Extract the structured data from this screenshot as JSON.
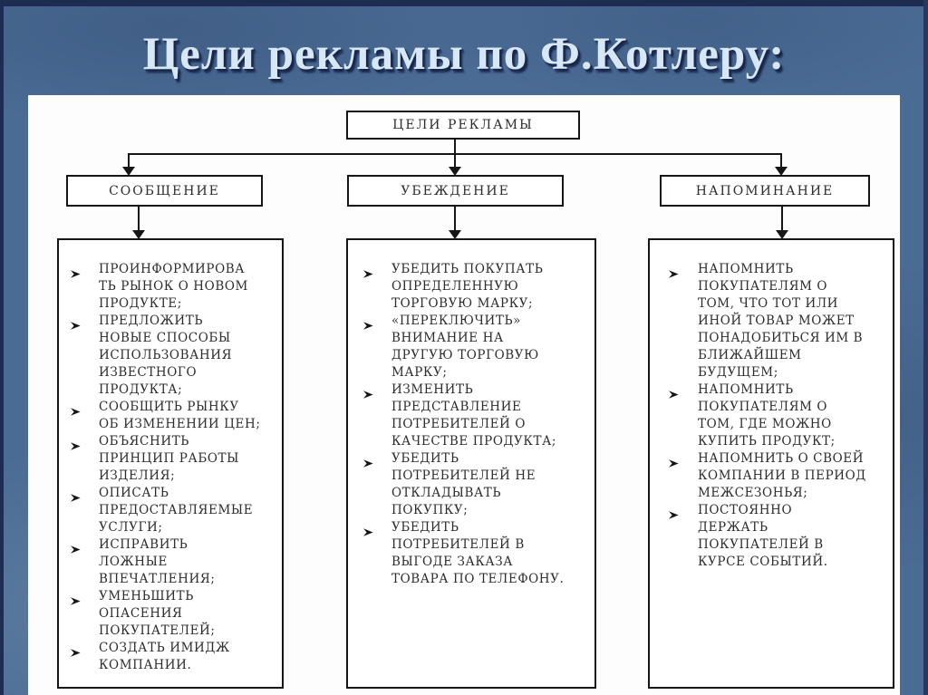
{
  "slide": {
    "title": "Цели рекламы по Ф.Котлеру:"
  },
  "diagram": {
    "root_label": "ЦЕЛИ РЕКЛАМЫ",
    "columns": [
      {
        "header": "СООБЩЕНИЕ",
        "items": [
          "ПРОИНФОРМИРОВА\nТЬ РЫНОК О НОВОМ\nПРОДУКТЕ;",
          "ПРЕДЛОЖИТЬ\nНОВЫЕ СПОСОБЫ\nИСПОЛЬЗОВАНИЯ\nИЗВЕСТНОГО\nПРОДУКТА;",
          "СООБЩИТЬ РЫНКУ\nОБ ИЗМЕНЕНИИ ЦЕН;",
          "ОБЪЯСНИТЬ\nПРИНЦИП РАБОТЫ\nИЗДЕЛИЯ;",
          "ОПИСАТЬ\nПРЕДОСТАВЛЯЕМЫЕ\nУСЛУГИ;",
          "ИСПРАВИТЬ\nЛОЖНЫЕ\nВПЕЧАТЛЕНИЯ;",
          "УМЕНЬШИТЬ\nОПАСЕНИЯ\nПОКУПАТЕЛЕЙ;",
          "СОЗДАТЬ ИМИДЖ\nКОМПАНИИ."
        ]
      },
      {
        "header": "УБЕЖДЕНИЕ",
        "items": [
          "УБЕДИТЬ ПОКУПАТЬ\nОПРЕДЕЛЕННУЮ\nТОРГОВУЮ МАРКУ;",
          "«ПЕРЕКЛЮЧИТЬ»\nВНИМАНИЕ НА\nДРУГУЮ ТОРГОВУЮ\nМАРКУ;",
          "ИЗМЕНИТЬ\nПРЕДСТАВЛЕНИЕ\nПОТРЕБИТЕЛЕЙ О\nКАЧЕСТВЕ ПРОДУКТА;",
          "УБЕДИТЬ\nПОТРЕБИТЕЛЕЙ НЕ\nОТКЛАДЫВАТЬ\nПОКУПКУ;",
          "УБЕДИТЬ\nПОТРЕБИТЕЛЕЙ В\nВЫГОДЕ ЗАКАЗА\nТОВАРА ПО ТЕЛЕФОНУ."
        ]
      },
      {
        "header": "НАПОМИНАНИЕ",
        "items": [
          "НАПОМНИТЬ\nПОКУПАТЕЛЯМ О\nТОМ, ЧТО ТОТ ИЛИ\nИНОЙ ТОВАР МОЖЕТ\nПОНАДОБИТЬСЯ ИМ В\nБЛИЖАЙШЕМ\nБУДУЩЕМ;",
          "НАПОМНИТЬ\nПОКУПАТЕЛЯМ О\nТОМ, ГДЕ МОЖНО\nКУПИТЬ ПРОДУКТ;",
          "НАПОМНИТЬ О СВОЕЙ\nКОМПАНИИ В ПЕРИОД\nМЕЖСЕЗОНЬЯ;",
          "ПОСТОЯННО\nДЕРЖАТЬ\nПОКУПАТЕЛЕЙ В\nКУРСЕ СОБЫТИЙ."
        ]
      }
    ]
  },
  "icons": {
    "bullet": "arrow-bullet-icon",
    "connector_arrow": "arrow-down-icon"
  },
  "colors": {
    "background": "#4a6b94",
    "edge": "#1d2c50",
    "edge_right": "#27395f",
    "panel": "#fdfdfd",
    "line": "#161616",
    "text": "#2d2d2d",
    "title_color": "#d8e7f5",
    "title_shadow": "#18274b"
  }
}
